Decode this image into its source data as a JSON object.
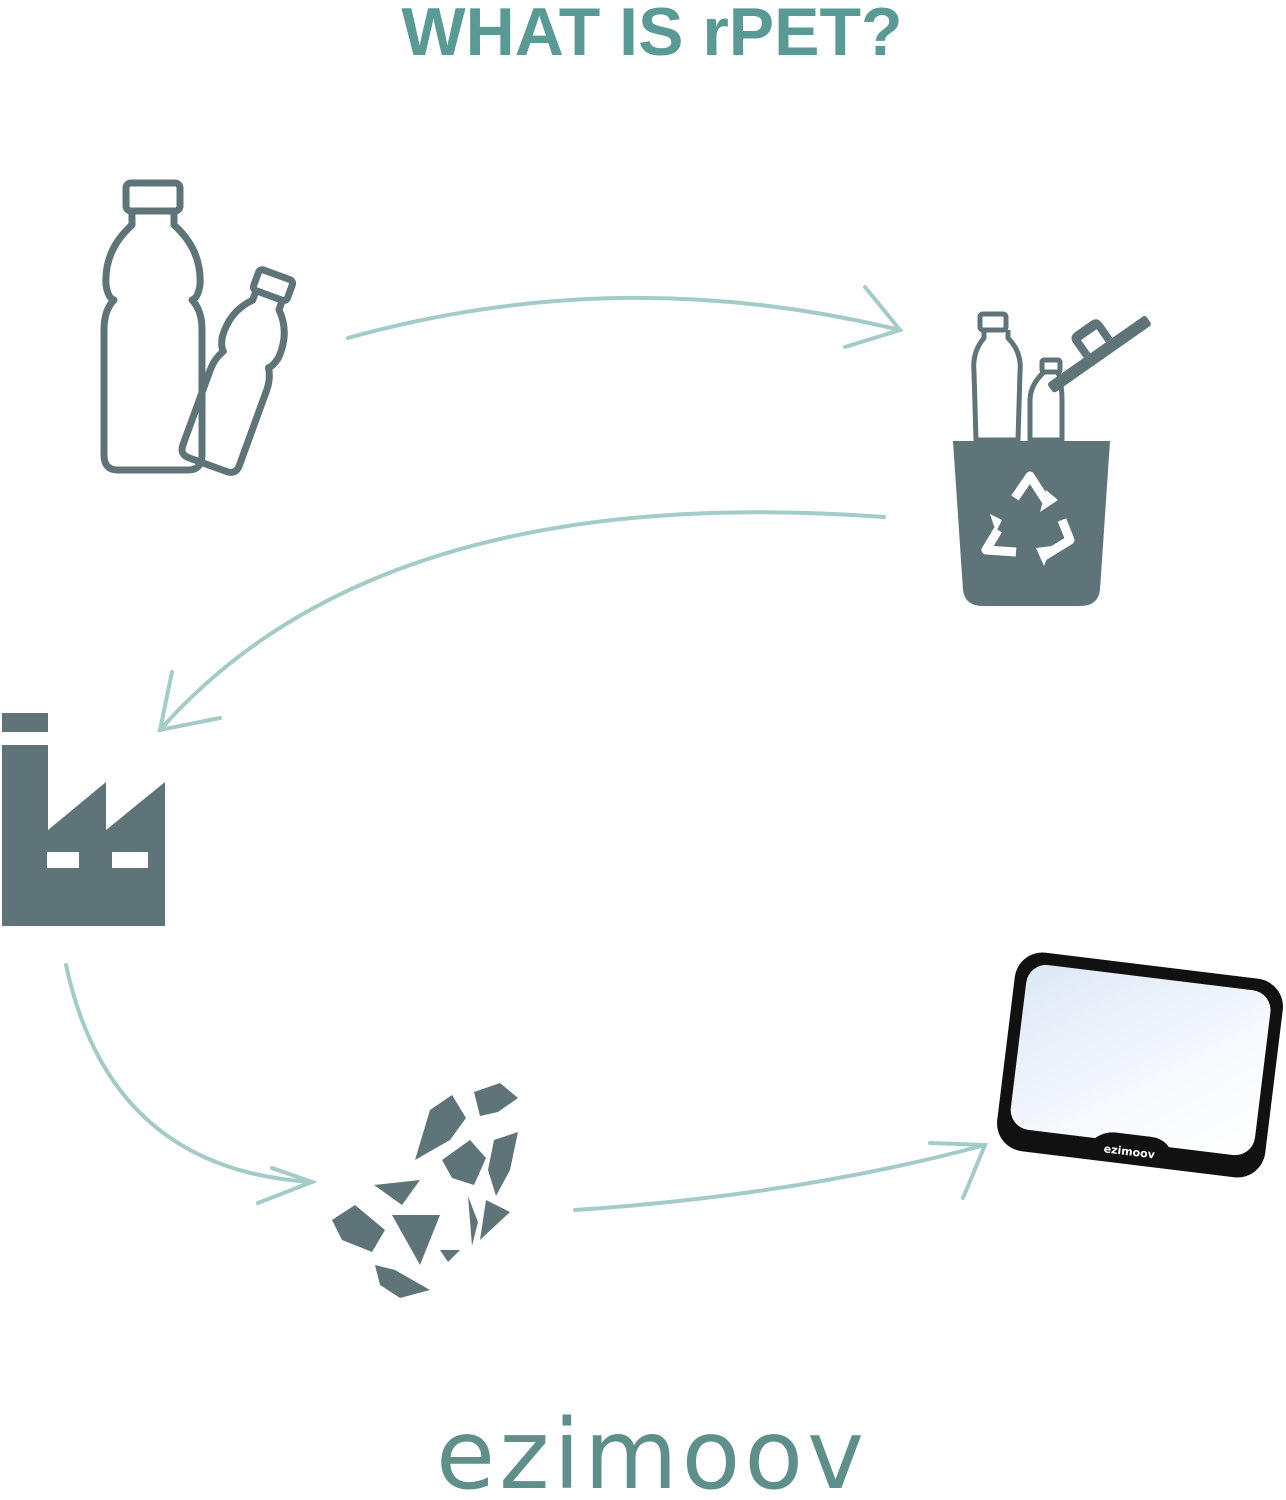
{
  "title": "WHAT IS rPET?",
  "brand": "ezimoov",
  "mirror_brand": "ezimoov",
  "steps": [
    {
      "icon": "plastic-bottles-icon"
    },
    {
      "icon": "recycling-bin-icon"
    },
    {
      "icon": "factory-icon"
    },
    {
      "icon": "plastic-flakes-icon"
    },
    {
      "icon": "baby-mirror-product"
    }
  ],
  "colors": {
    "title": "#5a9a94",
    "icon": "#5f7479",
    "arrow": "#a3cbc7",
    "logo": "#5e8f8b"
  }
}
